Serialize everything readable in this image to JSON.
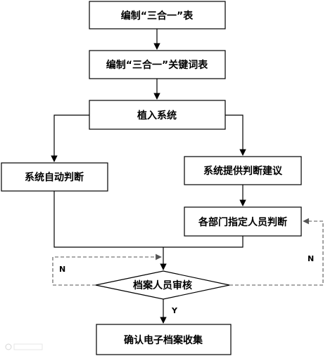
{
  "nodes": {
    "compile_table": "编制“三合一”表",
    "compile_keyword_table": "编制“三合一”关键词表",
    "embed_system": "植入系统",
    "auto_judge": "系统自动判断",
    "system_suggest": "系统提供判断建议",
    "dept_assign": "各部门指定人员判断",
    "archivist_review": "档案人员审核",
    "confirm_collect": "确认电子档案收集"
  },
  "edges": {
    "yes_label": "Y",
    "no_label_left": "N",
    "no_label_right": "N"
  }
}
